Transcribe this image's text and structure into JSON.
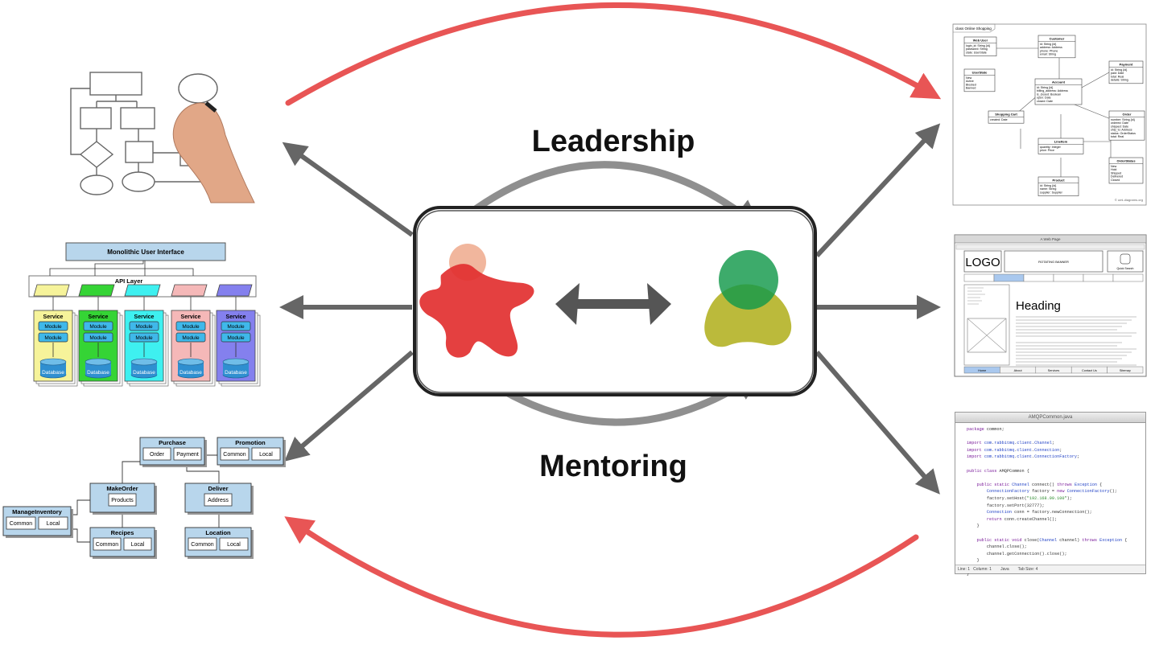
{
  "labels": {
    "leadership": "Leadership",
    "mentoring": "Mentoring"
  },
  "colors": {
    "outer_arrows": "#e85555",
    "inner_arrows": "#666666",
    "mentor_figure": "#e23030",
    "mentor_head": "#eea98c",
    "mentee_body": "#b5b42a",
    "mentee_head": "#12994a"
  },
  "flowchart_illustration": {
    "icon": "hand-drawing-flowchart"
  },
  "monolith_diagram": {
    "title": "Monolithic User Interface",
    "api_layer": "API Layer",
    "service_label": "Service",
    "module_label": "Module",
    "database_label": "Database",
    "service_colors": [
      "#f6f39a",
      "#35d435",
      "#3ef0f0",
      "#f5b8b8",
      "#8480ee"
    ]
  },
  "component_diagram": {
    "purchase": {
      "title": "Purchase",
      "items": [
        "Order",
        "Payment"
      ]
    },
    "promotion": {
      "title": "Promotion",
      "items": [
        "Common",
        "Local"
      ]
    },
    "make_order": {
      "title": "MakeOrder",
      "items": [
        "Products"
      ]
    },
    "deliver": {
      "title": "Deliver",
      "items": [
        "Address"
      ]
    },
    "manage_inventory": {
      "title": "ManageInventory",
      "items": [
        "Common",
        "Local"
      ]
    },
    "recipes": {
      "title": "Recipes",
      "items": [
        "Common",
        "Local"
      ]
    },
    "location": {
      "title": "Location",
      "items": [
        "Common",
        "Local"
      ]
    }
  },
  "class_diagram": {
    "frame_title": "class Online Shopping",
    "watermark": "© uml-diagrams.org",
    "classes": [
      {
        "name": "Web User",
        "attrs": [
          "login_id: String {id}",
          "password: String",
          "state: UserState"
        ]
      },
      {
        "name": "Customer",
        "attrs": [
          "id: String {id}",
          "address: Address",
          "phone: Phone",
          "email: String"
        ]
      },
      {
        "name": "UserState",
        "attrs": [
          "New",
          "Active",
          "Blocked",
          "Banned"
        ]
      },
      {
        "name": "Account",
        "attrs": [
          "id: String {id}",
          "billing_address: Address",
          "is_closed: Boolean",
          "open: Date",
          "closed: Date"
        ]
      },
      {
        "name": "Payment",
        "attrs": [
          "id: String {id}",
          "paid: Date",
          "total: Real",
          "details: String"
        ]
      },
      {
        "name": "Shopping Cart",
        "attrs": [
          "created: Date"
        ]
      },
      {
        "name": "Order",
        "attrs": [
          "number: String {id}",
          "ordered: Date",
          "shipped: Date",
          "ship_to: Address",
          "status: OrderStatus",
          "total: Real"
        ]
      },
      {
        "name": "LineItem",
        "attrs": [
          "quantity: Integer",
          "price: Price"
        ]
      },
      {
        "name": "Product",
        "attrs": [
          "id: String {id}",
          "name: String",
          "supplier: Supplier"
        ]
      },
      {
        "name": "OrderStatus",
        "attrs": [
          "New",
          "Hold",
          "Shipped",
          "Delivered",
          "Closed"
        ]
      }
    ]
  },
  "wireframe": {
    "window_title": "A Web Page",
    "logo": "LOGO",
    "banner": "ROTATING BANNER",
    "search": "Quick Search",
    "heading": "Heading",
    "nav_count": 6,
    "footer_items": [
      "Home",
      "About",
      "Services",
      "Contact Us",
      "Sitemap"
    ]
  },
  "code_editor": {
    "window_title": "AMQPCommon.java",
    "lines": [
      "package common;",
      "",
      "import com.rabbitmq.client.Channel;",
      "import com.rabbitmq.client.Connection;",
      "import com.rabbitmq.client.ConnectionFactory;",
      "",
      "public class AMQPCommon {",
      "",
      "    public static Channel connect() throws Exception {",
      "        ConnectionFactory factory = new ConnectionFactory();",
      "        factory.setHost(\"192.168.99.100\");",
      "        factory.setPort(32777);",
      "        Connection conn = factory.newConnection();",
      "        return conn.createChannel();",
      "    }",
      "",
      "    public static void close(Channel channel) throws Exception {",
      "        channel.close();",
      "        channel.getConnection().close();",
      "    }",
      "",
      "}"
    ],
    "status_bar": "Line: 1   Column: 1        Java        Tab Size: 4"
  }
}
